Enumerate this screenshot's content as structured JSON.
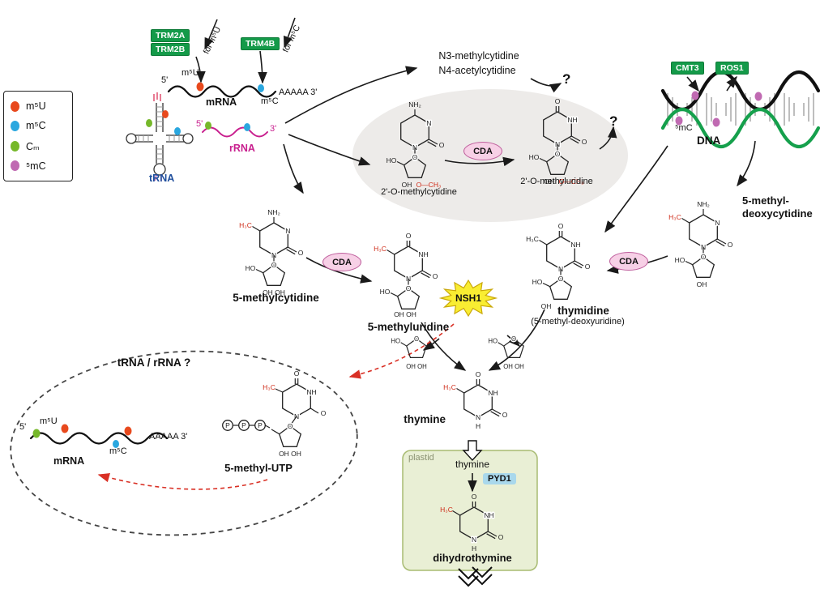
{
  "legend": {
    "items": [
      {
        "label": "m⁵U",
        "color": "#e8491d"
      },
      {
        "label": "m⁵C",
        "color": "#2aa7df"
      },
      {
        "label": "Cₘ",
        "color": "#76b82a"
      },
      {
        "label": "⁵mC",
        "color": "#c06ab2"
      }
    ]
  },
  "enzymes": {
    "trm2a": "TRM2A",
    "trm2b": "TRM2B",
    "trm4b": "TRM4B",
    "for_m5u": "for m⁵U",
    "for_m5c": "for m⁵C",
    "cmt3": "CMT3",
    "ros1": "ROS1",
    "cda": "CDA",
    "nsh1": "NSH1",
    "pyd1": "PYD1"
  },
  "rna": {
    "five_prime": "5'",
    "three_prime": "3'",
    "m5u_site": "m⁵U",
    "m5c_site": "m⁵C",
    "polya": "AAAAA 3'",
    "mrna": "mRNA",
    "trna": "tRNA",
    "rrna": "rRNA",
    "trna_rrna_question": "tRNA / rRNA ?"
  },
  "labels": {
    "n3_methylcytidine": "N3-methylcytidine",
    "n4_acetylcytidine": "N4-acetylcytidine",
    "o_methylcytidine": "2'-O-methylcytidine",
    "o_methyluridine": "2'-O-methyluridine",
    "methylcytidine": "5-methylcytidine",
    "methyluridine": "5-methyluridine",
    "thymidine": "thymidine",
    "thymidine_alt": "(5-methyl-deoxyuridine)",
    "methyl_deoxycytidine_1": "5-methyl-",
    "methyl_deoxycytidine_2": "deoxycytidine",
    "thymine": "thymine",
    "dihydrothymine": "dihydrothymine",
    "methyl_utp": "5-methyl-UTP",
    "dna": "DNA",
    "fivemc_site": "⁵mC",
    "plastid": "plastid",
    "plastid_thymine": "thymine",
    "question_mark": "?"
  },
  "atoms": {
    "nh2": "NH₂",
    "n": "N",
    "nh": "NH",
    "o": "O",
    "ho": "HO",
    "oh": "OH",
    "ohoh": "OH  OH",
    "h3c": "H₃C",
    "och3": "O—CH₃",
    "h": "H",
    "p": "P"
  }
}
